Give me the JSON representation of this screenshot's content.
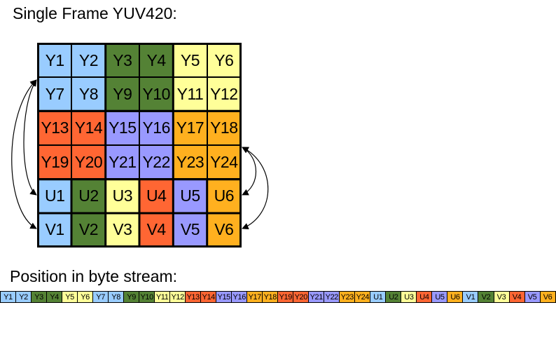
{
  "frame_title": "Single Frame YUV420:",
  "stream_title": "Position in byte stream:",
  "colors": {
    "blue": "#99ccff",
    "green": "#548235",
    "yellow": "#ffff99",
    "red": "#ff6633",
    "purple": "#9999ff",
    "orange": "#ffb01f"
  },
  "grid": [
    {
      "label": "Y1",
      "color": "blue"
    },
    {
      "label": "Y2",
      "color": "blue"
    },
    {
      "label": "Y3",
      "color": "green"
    },
    {
      "label": "Y4",
      "color": "green"
    },
    {
      "label": "Y5",
      "color": "yellow"
    },
    {
      "label": "Y6",
      "color": "yellow"
    },
    {
      "label": "Y7",
      "color": "blue"
    },
    {
      "label": "Y8",
      "color": "blue"
    },
    {
      "label": "Y9",
      "color": "green"
    },
    {
      "label": "Y10",
      "color": "green"
    },
    {
      "label": "Y11",
      "color": "yellow"
    },
    {
      "label": "Y12",
      "color": "yellow"
    },
    {
      "label": "Y13",
      "color": "red"
    },
    {
      "label": "Y14",
      "color": "red"
    },
    {
      "label": "Y15",
      "color": "purple"
    },
    {
      "label": "Y16",
      "color": "purple"
    },
    {
      "label": "Y17",
      "color": "orange"
    },
    {
      "label": "Y18",
      "color": "orange"
    },
    {
      "label": "Y19",
      "color": "red"
    },
    {
      "label": "Y20",
      "color": "red"
    },
    {
      "label": "Y21",
      "color": "purple"
    },
    {
      "label": "Y22",
      "color": "purple"
    },
    {
      "label": "Y23",
      "color": "orange"
    },
    {
      "label": "Y24",
      "color": "orange"
    },
    {
      "label": "U1",
      "color": "blue"
    },
    {
      "label": "U2",
      "color": "green"
    },
    {
      "label": "U3",
      "color": "yellow"
    },
    {
      "label": "U4",
      "color": "red"
    },
    {
      "label": "U5",
      "color": "purple"
    },
    {
      "label": "U6",
      "color": "orange"
    },
    {
      "label": "V1",
      "color": "blue"
    },
    {
      "label": "V2",
      "color": "green"
    },
    {
      "label": "V3",
      "color": "yellow"
    },
    {
      "label": "V4",
      "color": "red"
    },
    {
      "label": "V5",
      "color": "purple"
    },
    {
      "label": "V6",
      "color": "orange"
    }
  ],
  "stream": [
    {
      "label": "Y1",
      "color": "blue"
    },
    {
      "label": "Y2",
      "color": "blue"
    },
    {
      "label": "Y3",
      "color": "green"
    },
    {
      "label": "Y4",
      "color": "green"
    },
    {
      "label": "Y5",
      "color": "yellow"
    },
    {
      "label": "Y6",
      "color": "yellow"
    },
    {
      "label": "Y7",
      "color": "blue"
    },
    {
      "label": "Y8",
      "color": "blue"
    },
    {
      "label": "Y9",
      "color": "green"
    },
    {
      "label": "Y10",
      "color": "green"
    },
    {
      "label": "Y11",
      "color": "yellow"
    },
    {
      "label": "Y12",
      "color": "yellow"
    },
    {
      "label": "Y13",
      "color": "red"
    },
    {
      "label": "Y14",
      "color": "red"
    },
    {
      "label": "Y15",
      "color": "purple"
    },
    {
      "label": "Y16",
      "color": "purple"
    },
    {
      "label": "Y17",
      "color": "orange"
    },
    {
      "label": "Y18",
      "color": "orange"
    },
    {
      "label": "Y19",
      "color": "red"
    },
    {
      "label": "Y20",
      "color": "red"
    },
    {
      "label": "Y21",
      "color": "purple"
    },
    {
      "label": "Y22",
      "color": "purple"
    },
    {
      "label": "Y23",
      "color": "orange"
    },
    {
      "label": "Y24",
      "color": "orange"
    },
    {
      "label": "U1",
      "color": "blue"
    },
    {
      "label": "U2",
      "color": "green"
    },
    {
      "label": "U3",
      "color": "yellow"
    },
    {
      "label": "U4",
      "color": "red"
    },
    {
      "label": "U5",
      "color": "purple"
    },
    {
      "label": "U6",
      "color": "orange"
    },
    {
      "label": "V1",
      "color": "blue"
    },
    {
      "label": "V2",
      "color": "green"
    },
    {
      "label": "V3",
      "color": "yellow"
    },
    {
      "label": "V4",
      "color": "red"
    },
    {
      "label": "V5",
      "color": "purple"
    },
    {
      "label": "V6",
      "color": "orange"
    }
  ]
}
